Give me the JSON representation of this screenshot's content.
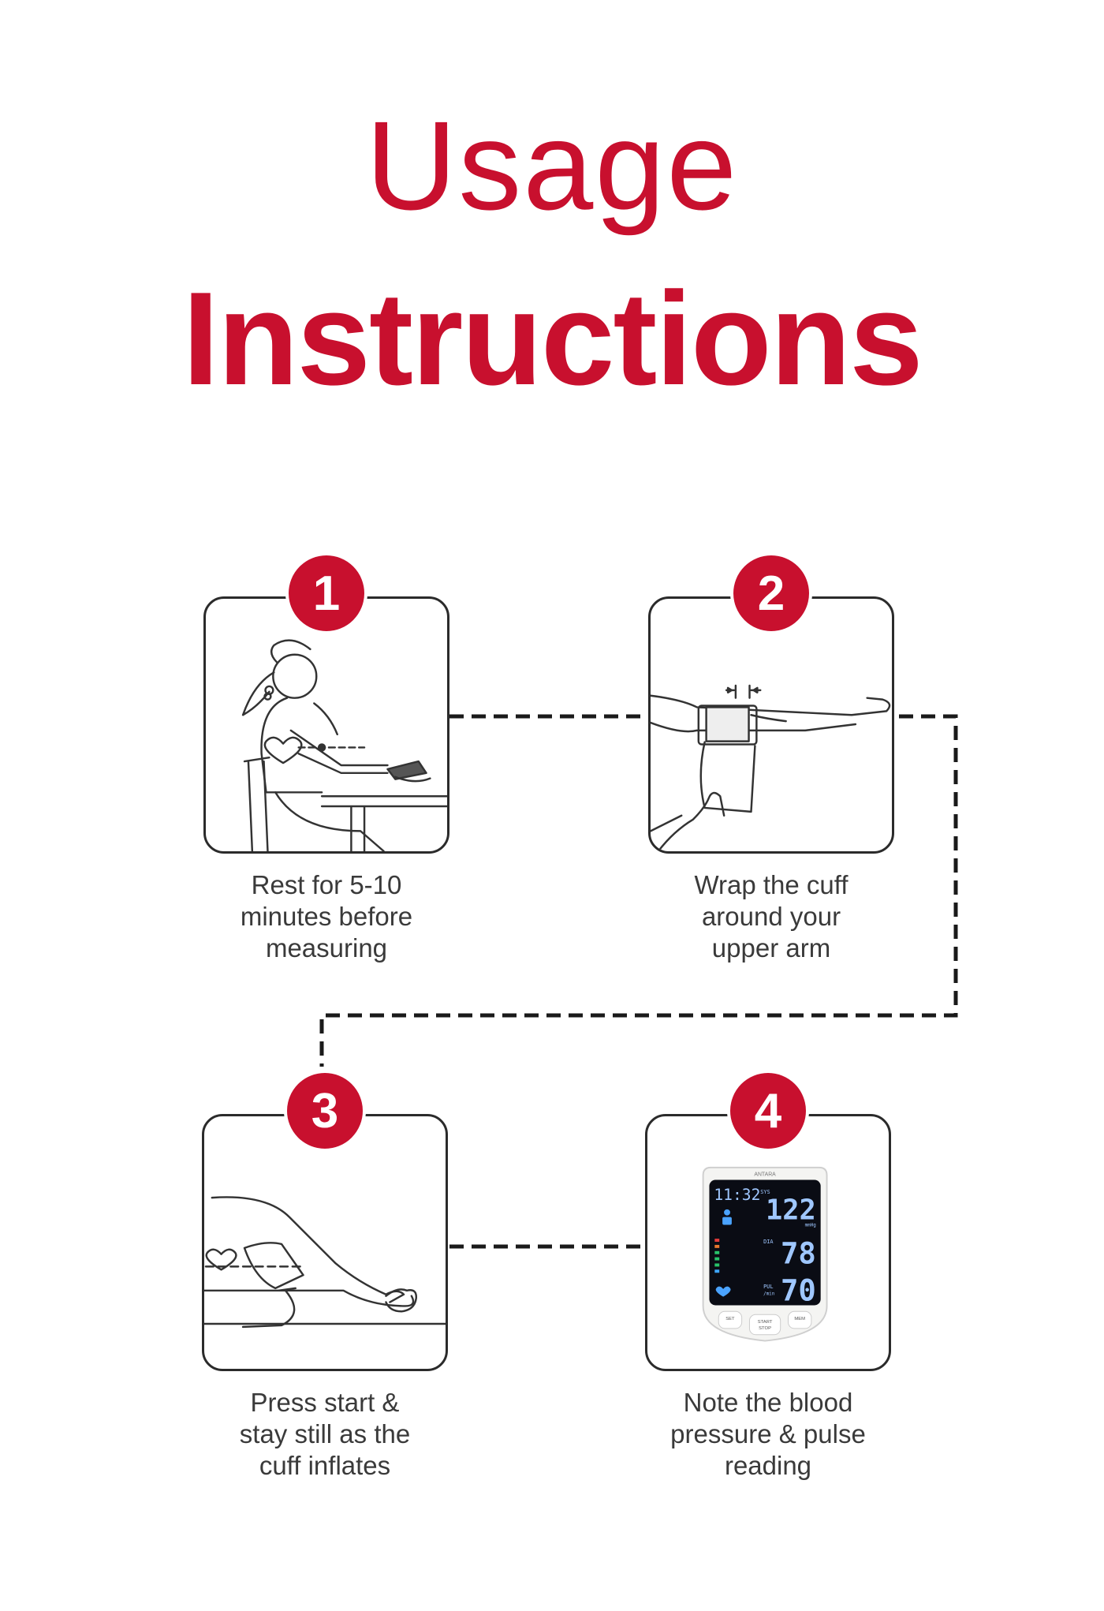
{
  "header": {
    "title_line1": "Usage",
    "title_line2": "Instructions"
  },
  "steps": [
    {
      "number": "1",
      "caption_lines": [
        "Rest for 5-10",
        "minutes before",
        "measuring"
      ]
    },
    {
      "number": "2",
      "caption_lines": [
        "Wrap the cuff",
        "around your",
        "upper arm"
      ]
    },
    {
      "number": "3",
      "caption_lines": [
        "Press start &",
        "stay still as the",
        "cuff inflates"
      ]
    },
    {
      "number": "4",
      "caption_lines": [
        "Note the blood",
        "pressure & pulse",
        "reading"
      ]
    }
  ],
  "monitor": {
    "brand": "ANTARA",
    "time": "11:32",
    "sys_label": "SYS",
    "sys_value": "122",
    "unit": "mmHg",
    "dia_label": "DIA",
    "dia_value": "78",
    "pul_label": "PUL",
    "pul_unit": "/min",
    "pul_value": "70",
    "set_label": "SET",
    "start_label": "START",
    "stop_label": "STOP",
    "mem_label": "MEM"
  },
  "colors": {
    "brand_red": "#c8102e",
    "text_gray": "#3a3a3a",
    "line_dark": "#2b2b2b",
    "lcd_blue": "#4aa3ff"
  }
}
